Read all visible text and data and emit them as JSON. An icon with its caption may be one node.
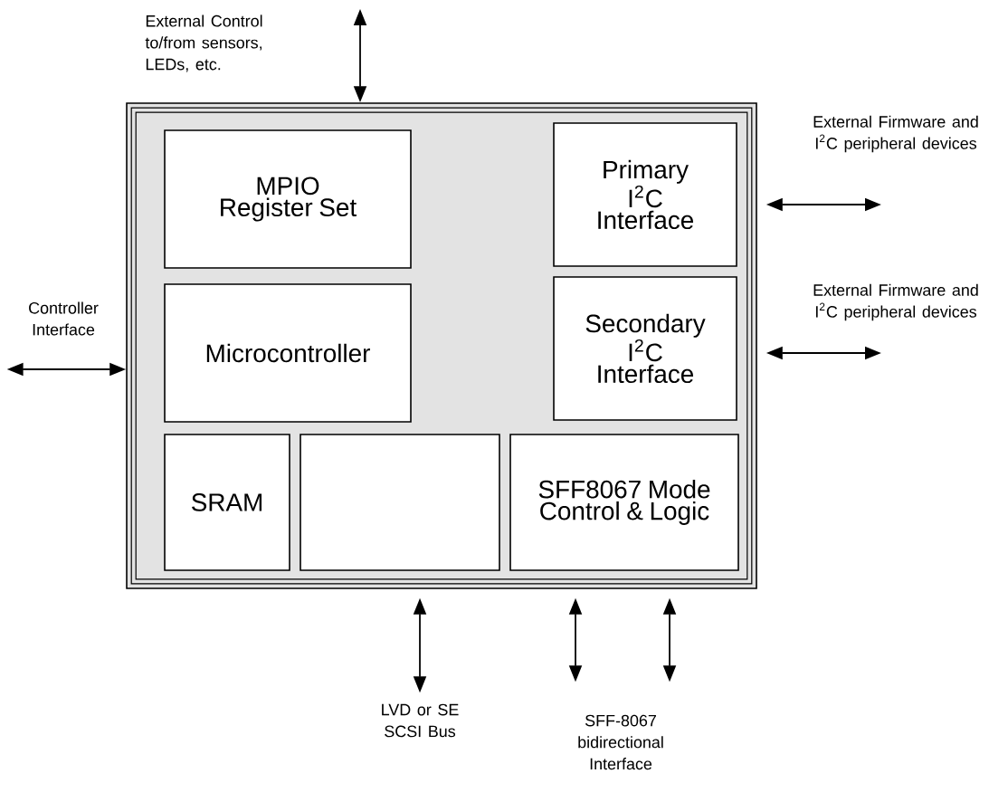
{
  "diagram": {
    "nodes": [
      {
        "text": [],
        "shape": "box"
      },
      {
        "text": [
          "MPIO Register Set"
        ],
        "in": 0
      },
      {
        "text": [
          "Primary I$^{2}$C Interface"
        ],
        "in": 0
      },
      {
        "text": [
          "Microcontroller"
        ],
        "in": 0
      },
      {
        "text": [
          "Secondary I$^{2}$C Interface"
        ],
        "in": 0
      },
      {
        "text": [
          "SRAM"
        ],
        "in": 0
      },
      {
        "text": [],
        "shape": "box",
        "in": 0
      },
      {
        "text": [
          "SFF8067 Mode Control & Logic"
        ],
        "in": 0
      },
      {
        "text": [
          "External Control to/from sensors, LEDs, etc."
        ]
      },
      {
        "text": [
          "Controller Interface"
        ]
      },
      {
        "text": [
          "External Firmware and I$^{2}$C peripheral devices"
        ]
      },
      {
        "text": [
          "External Firmware and I$^{2}$C peripheral devices"
        ]
      },
      {
        "text": [
          "LVD or SE SCSI Bus"
        ]
      },
      {
        "text": [
          "SFF-8067 bidirectional Interface"
        ]
      }
    ],
    "edges": [
      {
        "from": 0,
        "to": 8,
        "arrow": "both"
      },
      {
        "from": 9,
        "to": 0,
        "arrow": "both"
      },
      {
        "from": 0,
        "to": 10,
        "arrow": "both"
      },
      {
        "from": 0,
        "to": 11,
        "arrow": "both"
      },
      {
        "from": 0,
        "to": 12,
        "arrow": "both"
      },
      {
        "from": 0,
        "to": 13,
        "arrow": "both"
      },
      {
        "from": 0,
        "to": 13,
        "arrow": "both"
      }
    ]
  }
}
